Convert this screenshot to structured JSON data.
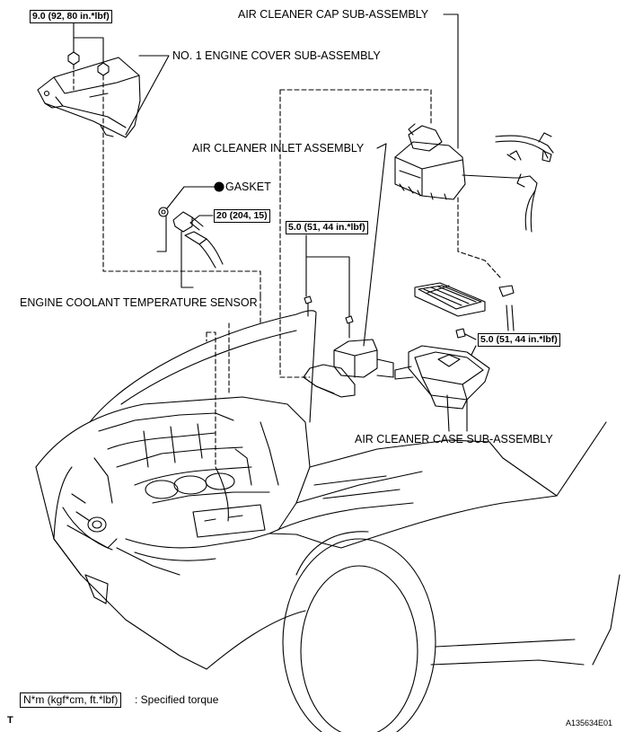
{
  "torque": {
    "engine_cover_nuts": "9.0 (92, 80 in.*lbf)",
    "coolant_sensor": "20 (204, 15)",
    "inlet_bolts": "5.0 (51, 44 in.*lbf)",
    "case_bolt": "5.0 (51, 44 in.*lbf)"
  },
  "labels": {
    "air_cleaner_cap": "AIR CLEANER CAP SUB-ASSEMBLY",
    "engine_cover": "NO. 1 ENGINE COVER SUB-ASSEMBLY",
    "air_cleaner_inlet": "AIR CLEANER INLET ASSEMBLY",
    "gasket": "GASKET",
    "coolant_sensor": "ENGINE COOLANT TEMPERATURE SENSOR",
    "air_cleaner_case": "AIR CLEANER CASE SUB-ASSEMBLY"
  },
  "legend": {
    "units": "N*m (kgf*cm, ft.*lbf)",
    "text": ": Specified torque"
  },
  "footer": {
    "left_mark": "T",
    "figure_id": "A135634E01"
  }
}
